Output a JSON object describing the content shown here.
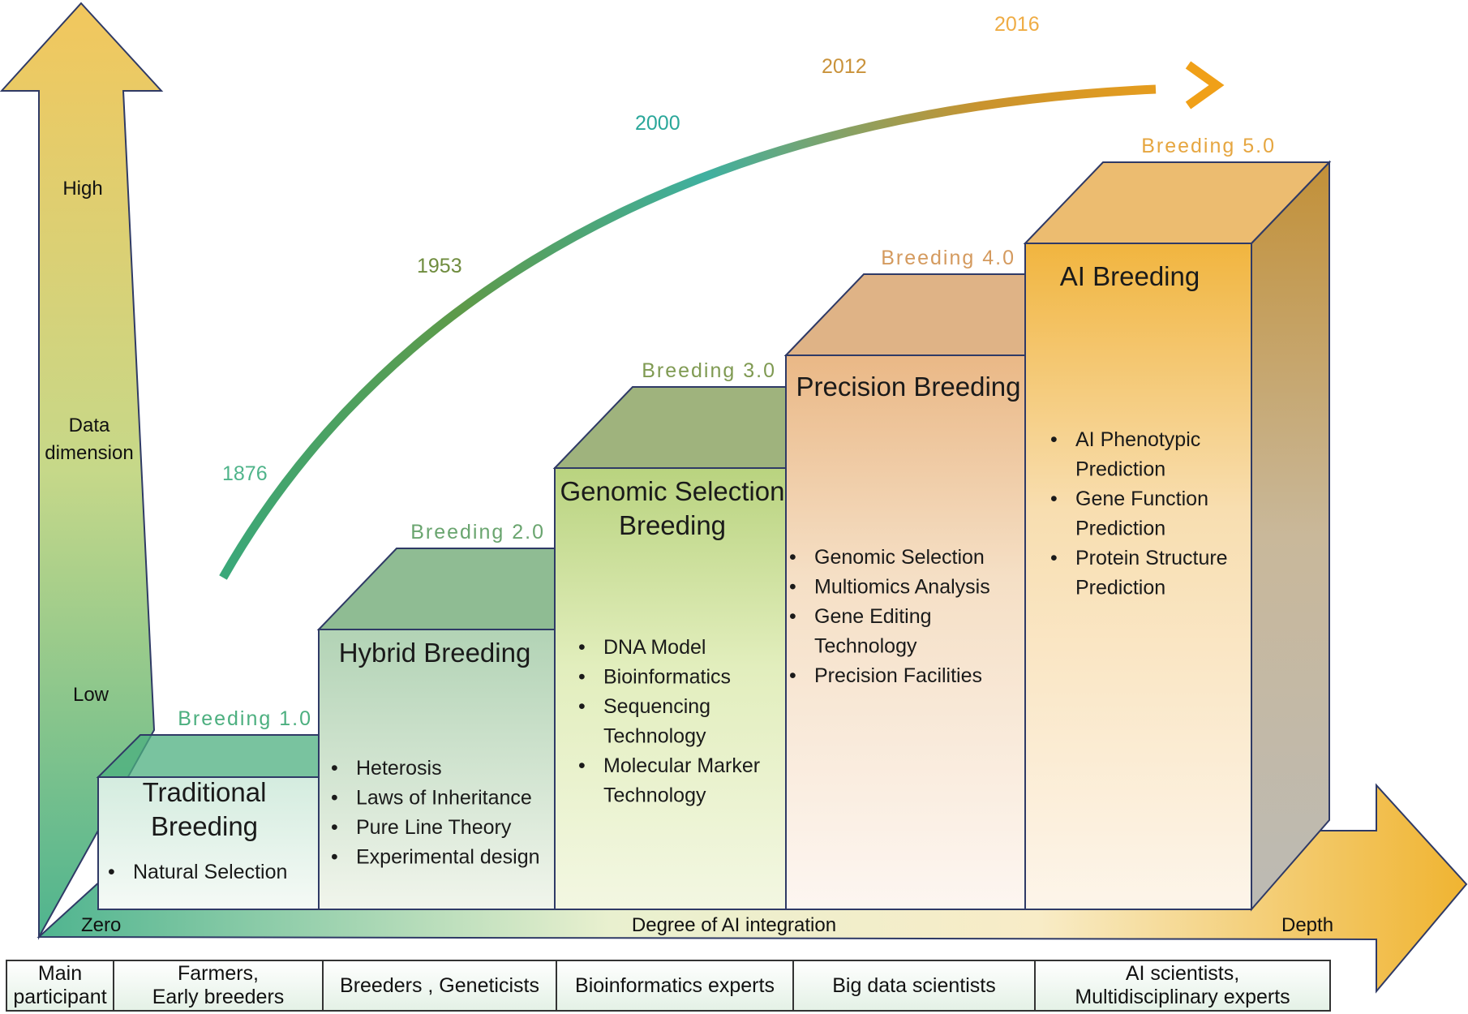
{
  "y_axis": {
    "high": "High",
    "label": "Data\ndimension",
    "low": "Low"
  },
  "x_axis": {
    "start": "Zero",
    "label": "Degree of AI integration",
    "end": "Depth"
  },
  "years": [
    "1876",
    "1953",
    "2000",
    "2012",
    "2016"
  ],
  "stages": [
    {
      "label": "Breeding 1.0",
      "title": [
        "Traditional",
        "Breeding"
      ],
      "bullets": [
        [
          "Natural Selection"
        ]
      ],
      "color": "#4caf7f"
    },
    {
      "label": "Breeding 2.0",
      "title": [
        "Hybrid Breeding"
      ],
      "bullets": [
        [
          "Heterosis"
        ],
        [
          "Laws of Inheritance"
        ],
        [
          "Pure Line Theory"
        ],
        [
          "Experimental design"
        ]
      ],
      "color": "#6aa56f"
    },
    {
      "label": "Breeding 3.0",
      "title": [
        "Genomic Selection",
        "Breeding"
      ],
      "bullets": [
        [
          "DNA Model"
        ],
        [
          "Bioinformatics"
        ],
        [
          "Sequencing",
          "Technology"
        ],
        [
          "Molecular Marker",
          "Technology"
        ]
      ],
      "color": "#7f9a52"
    },
    {
      "label": "Breeding 4.0",
      "title": [
        "Precision Breeding"
      ],
      "bullets": [
        [
          "Genomic Selection"
        ],
        [
          "Multiomics Analysis"
        ],
        [
          "Gene Editing",
          "Technology"
        ],
        [
          "Precision Facilities"
        ]
      ],
      "color": "#d49a5e"
    },
    {
      "label": "Breeding 5.0",
      "title": [
        "AI Breeding"
      ],
      "bullets": [
        [
          "AI Phenotypic",
          "Prediction"
        ],
        [
          "Gene Function",
          "Prediction"
        ],
        [
          "Protein Structure",
          "Prediction"
        ]
      ],
      "color": "#e6a640"
    }
  ],
  "participants": {
    "header": "Main\nparticipant",
    "cells": [
      "Farmers,\nEarly breeders",
      "Breeders , Geneticists",
      "Bioinformatics experts",
      "Big data scientists",
      "AI scientists,\nMultidisciplinary experts"
    ]
  },
  "colors": {
    "teal": "#2a9d8f",
    "green": "#5b9a3a",
    "gold": "#e9b43a",
    "orange": "#d9952e",
    "outline": "#2f3a66"
  }
}
